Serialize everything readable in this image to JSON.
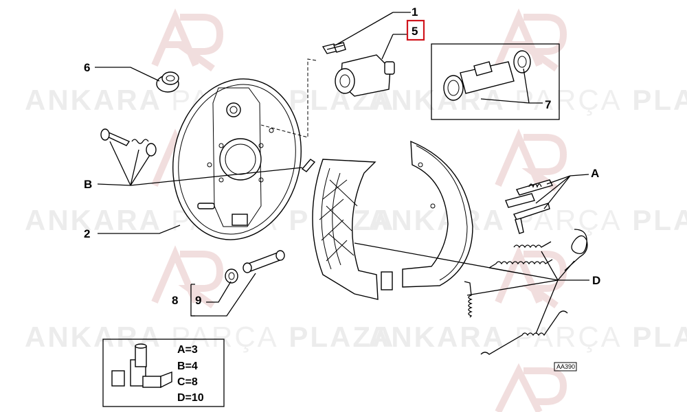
{
  "watermark": {
    "brand_left": "ANKARA",
    "brand_mid": "PARÇA",
    "brand_right": "PLAZA",
    "logo_icon": "ap-logo-icon"
  },
  "callouts": {
    "c1": "1",
    "c5": "5",
    "c6": "6",
    "c7": "7",
    "cA": "A",
    "cB": "B",
    "c2": "2",
    "cD": "D",
    "c8": "8",
    "c9": "9"
  },
  "highlight_color": "#d0141c",
  "legend": {
    "a": "A=3",
    "b": "B=4",
    "c": "C=8",
    "d": "D=10",
    "icon": "fiat-kit-boxes-icon"
  },
  "reference_code": "AA390"
}
